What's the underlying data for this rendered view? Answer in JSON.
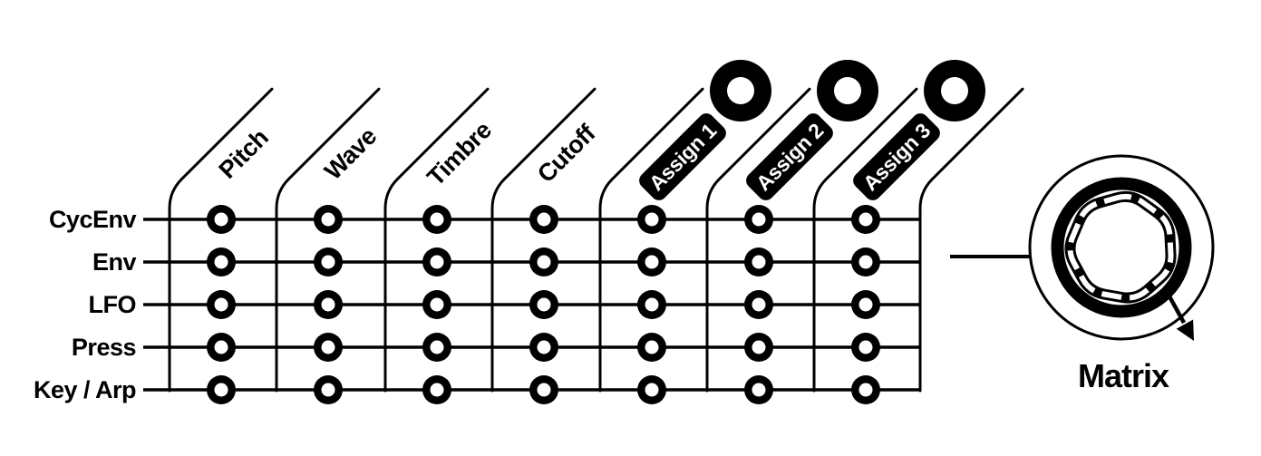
{
  "diagram": {
    "rows": [
      "CycEnv",
      "Env",
      "LFO",
      "Press",
      "Key / Arp"
    ],
    "columns": [
      {
        "label": "Pitch",
        "style": "plain",
        "knob": false
      },
      {
        "label": "Wave",
        "style": "plain",
        "knob": false
      },
      {
        "label": "Timbre",
        "style": "plain",
        "knob": false
      },
      {
        "label": "Cutoff",
        "style": "plain",
        "knob": false
      },
      {
        "label": "Assign 1",
        "style": "badge",
        "knob": true
      },
      {
        "label": "Assign 2",
        "style": "badge",
        "knob": true
      },
      {
        "label": "Assign 3",
        "style": "badge",
        "knob": true
      }
    ],
    "knob": {
      "label": "Matrix"
    },
    "colors": {
      "ink": "#000000",
      "paper": "#ffffff"
    }
  }
}
